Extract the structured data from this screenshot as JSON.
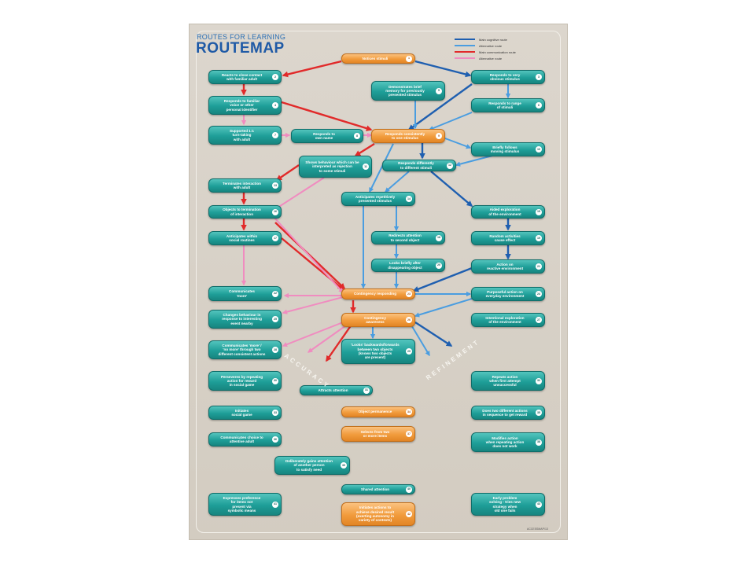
{
  "header": {
    "title_line1": "ROUTES FOR LEARNING",
    "title_line2": "ROUTEMAP"
  },
  "legend": [
    {
      "label": "Main cognitive route",
      "color": "#1f5fb0"
    },
    {
      "label": "Alternative route",
      "color": "#4a9de0"
    },
    {
      "label": "Main communication route",
      "color": "#e12a2a"
    },
    {
      "label": "Alternative route",
      "color": "#f08cc0"
    }
  ],
  "boxes": {
    "notices_stimuli": {
      "label": "Notices stimuli",
      "num": "1"
    },
    "reacts_close_contact": {
      "label": "Reacts to close contact\nwith familiar adult",
      "num": "2"
    },
    "responds_very_obvious": {
      "label": "Responds to very\nobvious stimulus",
      "num": "3"
    },
    "responds_familiar_voice": {
      "label": "Responds to familiar\nvoice or other\npersonal identifier",
      "num": "4"
    },
    "demonstrates_memory": {
      "label": "Demonstrates brief\nmemory for previously\npresented stimulus",
      "num": "5"
    },
    "responds_range": {
      "label": "Responds to range\nof stimuli",
      "num": "6"
    },
    "supported_turntaking": {
      "label": "Supported 1:1\nturn-taking\nwith adult",
      "num": "7"
    },
    "responds_own_name": {
      "label": "Responds to\nown name",
      "num": "8"
    },
    "responds_consistently": {
      "label": "Responds consistently\nto one stimulus",
      "num": "9"
    },
    "briefly_follows": {
      "label": "Briefly follows\nmoving stimulus",
      "num": "10"
    },
    "shows_behaviour_rejection": {
      "label": "Shows behaviour which can be\ninterpreted as rejection\nto some stimuli",
      "num": "11"
    },
    "responds_differently": {
      "label": "Responds differently\nto different stimuli",
      "num": "12"
    },
    "terminates_interaction": {
      "label": "Terminates interaction\nwith adult",
      "num": "13"
    },
    "anticipates_repeatedly": {
      "label": "Anticipates repetitively\npresented stimulus",
      "num": "14"
    },
    "aided_exploration": {
      "label": "Aided exploration\nof the environment",
      "num": "15"
    },
    "objects_termination": {
      "label": "Objects to termination\nof interaction",
      "num": "16"
    },
    "anticipates_social": {
      "label": "Anticipates within\nsocial routines",
      "num": "17"
    },
    "redirects_attention": {
      "label": "Redirects attention\nto second object",
      "num": "18"
    },
    "random_activities": {
      "label": "Random activities\ncause effect",
      "num": "19"
    },
    "looks_briefly": {
      "label": "Looks briefly after\ndisappearing object",
      "num": "20"
    },
    "action_reactive": {
      "label": "Action on\nreactive environment",
      "num": "21"
    },
    "communicates_more": {
      "label": "Communicates\n'more'",
      "num": "22"
    },
    "contingency_responding": {
      "label": "Contingency responding",
      "num": "23"
    },
    "purposeful_action": {
      "label": "Purposeful action on\neveryday environment",
      "num": "24"
    },
    "changes_behaviour": {
      "label": "Changes behaviour in\nresponse to interesting\nevent nearby",
      "num": "25"
    },
    "contingency_awareness": {
      "label": "Contingency\nawareness",
      "num": "26"
    },
    "intentional_exploration": {
      "label": "Intentional exploration\nof the environment",
      "num": "27"
    },
    "communicates_no_more": {
      "label": "Communicates 'more' /\n'no more' through two\ndifferent consistent actions",
      "num": "28"
    },
    "looks_backwards": {
      "label": "'Looks' backwards/forwards\nbetween two objects\n(knows two objects\nare present)",
      "num": "29"
    },
    "perseveres": {
      "label": "Perseveres by repeating\naction for reward\nin social game",
      "num": "30"
    },
    "attracts_attention": {
      "label": "Attracts attention",
      "num": "31"
    },
    "repeats_action": {
      "label": "Repeats action\nwhen first attempt\nunsuccessful",
      "num": "32"
    },
    "initiates_social": {
      "label": "Initiates\nsocial game",
      "num": "33"
    },
    "object_permanence": {
      "label": "Object permanence",
      "num": "34"
    },
    "does_two_actions": {
      "label": "Does two different actions\nin sequence to get reward",
      "num": "35"
    },
    "communicates_choice": {
      "label": "Communicates choice to\nattentive adult",
      "num": "36"
    },
    "selects_two": {
      "label": "Selects from two\nor more items",
      "num": "37"
    },
    "modifies_action": {
      "label": "Modifies action\nwhen repeating action\ndoes not work",
      "num": "38"
    },
    "deliberately_gains": {
      "label": "Deliberately gains attention\nof another person\nto satisfy need",
      "num": "39"
    },
    "shared_attention": {
      "label": "Shared attention",
      "num": "40"
    },
    "expresses_preference": {
      "label": "Expresses preference\nfor items not\npresent via\nsymbolic means",
      "num": "41"
    },
    "initiates_actions": {
      "label": "Initiates actions to\nachieve desired result\n(exerting autonomy in\nvariety of contexts)",
      "num": "42"
    },
    "early_problem_solving": {
      "label": "Early problem\nsolving - tries new\nstrategy when\nold one fails",
      "num": "43"
    }
  },
  "axis_labels": {
    "accuracy": "ACCURACY",
    "refinement": "REFINEMENT"
  },
  "footer": {
    "code": "ACCESSMAP/13"
  },
  "colors": {
    "teal": "#1e9e98",
    "orange": "#f19b3c",
    "main_cognitive": "#1f5fb0",
    "alt_cognitive": "#4a9de0",
    "main_communication": "#e12a2a",
    "alt_communication": "#f08cc0"
  }
}
